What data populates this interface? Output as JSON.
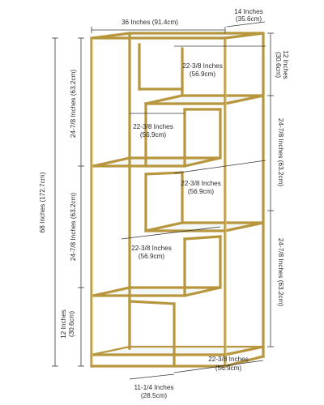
{
  "diagram": {
    "top_width": "36 Inches (91.4cm)",
    "top_depth_in": "14 Inches",
    "top_depth_cm": "(35.6cm)",
    "overall_height": "68 Inches (172.7cm)",
    "left_section_upper": "24-7/8 Inches (63.2cm)",
    "left_section_middle": "24-7/8 Inches (63.2cm)",
    "left_section_bottom_in": "12 Inches",
    "left_section_bottom_cm": "(30.6cm)",
    "right_section_top_in": "12 Inches",
    "right_section_top_cm": "(30.6cm)",
    "right_section_middle": "24-7/8 Inches (63.2cm)",
    "right_section_lower": "24-7/8 Inches (63.2cm)",
    "shelf_width_1_in": "22-3/8 Inches",
    "shelf_width_1_cm": "(56.9cm)",
    "shelf_width_2_in": "22-3/8 Inches",
    "shelf_width_2_cm": "(56.9cm)",
    "shelf_width_3_in": "22-3/8 Inches",
    "shelf_width_3_cm": "(56.9cm)",
    "shelf_width_4_in": "22-3/8 Inches",
    "shelf_width_4_cm": "(56.9cm)",
    "bottom_right_width_in": "22-3/8 Inches",
    "bottom_right_width_cm": "(56.9cm)",
    "bottom_left_width_in": "11-1/4 Inches",
    "bottom_left_width_cm": "(28.5cm)"
  },
  "colors": {
    "frame": "#b8963e",
    "glass": "#eef3f3",
    "dimension_line": "#3a3a3a"
  }
}
